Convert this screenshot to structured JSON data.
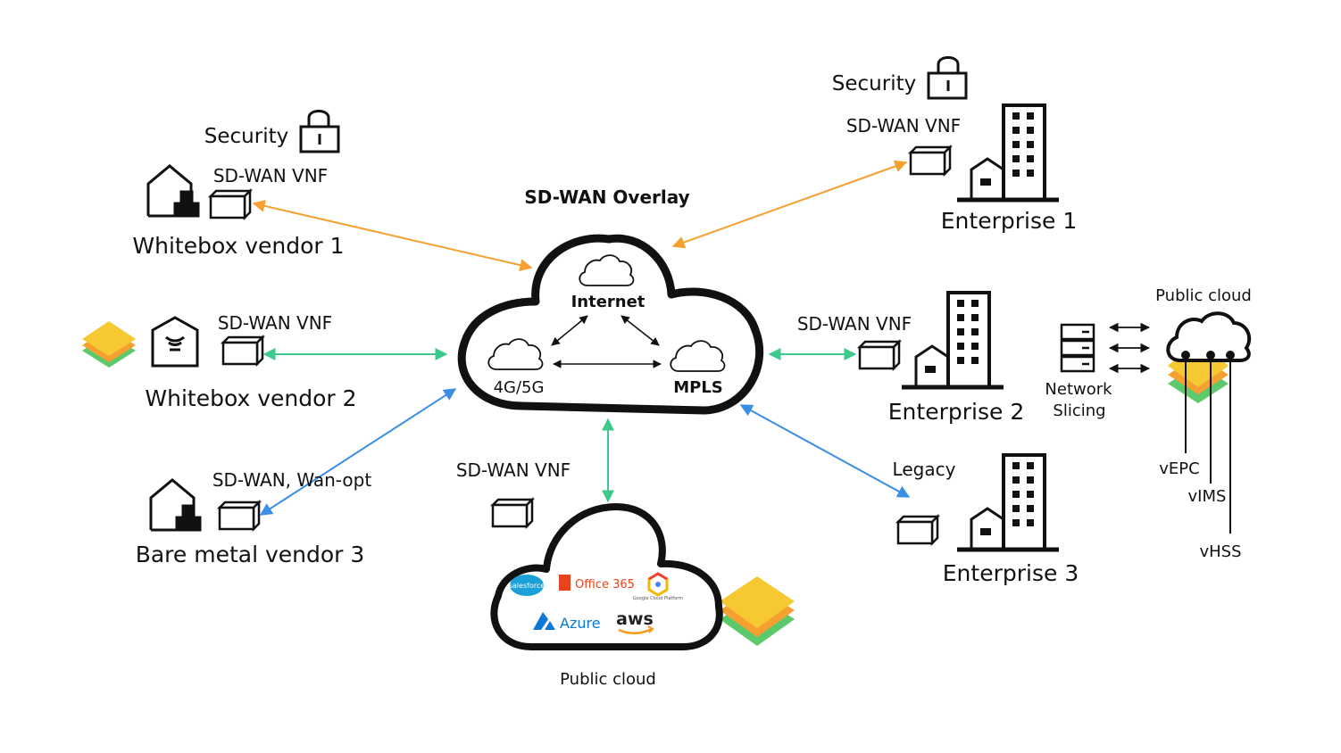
{
  "overlay": {
    "title": "SD-WAN Overlay",
    "internet": "Internet",
    "g45": "4G/5G",
    "mpls": "MPLS"
  },
  "sites": {
    "whitebox1": {
      "security": "Security",
      "vnf": "SD-WAN VNF",
      "name": "Whitebox vendor 1"
    },
    "whitebox2": {
      "vnf": "SD-WAN VNF",
      "name": "Whitebox vendor 2"
    },
    "baremetal3": {
      "vnf": "SD-WAN, Wan-opt",
      "name": "Bare metal vendor 3"
    },
    "enterprise1": {
      "security": "Security",
      "vnf": "SD-WAN VNF",
      "name": "Enterprise 1"
    },
    "enterprise2": {
      "vnf": "SD-WAN VNF",
      "name": "Enterprise 2"
    },
    "enterprise3": {
      "vnf": "Legacy",
      "name": "Enterprise 3"
    },
    "cloud_bottom": {
      "vnf": "SD-WAN VNF",
      "name": "Public cloud"
    }
  },
  "saas": {
    "salesforce": "salesforce",
    "office365": "Office 365",
    "google": "Google Cloud Platform",
    "azure": "Azure",
    "aws": "aws"
  },
  "right_cloud": {
    "title": "Public cloud",
    "slicing_line1": "Network",
    "slicing_line2": "Slicing",
    "vepc": "vEPC",
    "vims": "vIMS",
    "vhss": "vHSS"
  },
  "colors": {
    "orange": "#f5a030",
    "green": "#3cc98a",
    "blue": "#3a8ee6",
    "stack_yellow": "#f6c933",
    "stack_orange": "#f5a030",
    "stack_green": "#5cc96a"
  }
}
